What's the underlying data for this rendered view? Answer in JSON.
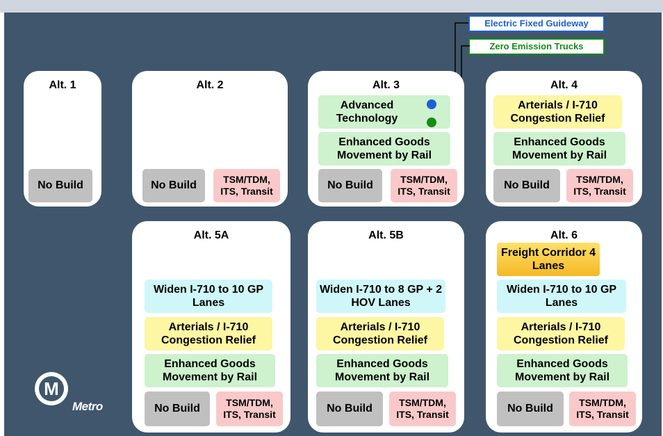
{
  "legend": {
    "electric": "Electric Fixed Guideway",
    "zero": "Zero Emission Trucks",
    "electric_color": "#1f5fd6",
    "zero_color": "#188a18"
  },
  "alts": {
    "a1": {
      "title": "Alt. 1",
      "no_build": "No Build"
    },
    "a2": {
      "title": "Alt. 2",
      "no_build": "No Build",
      "tsm": "TSM/TDM, ITS, Transit"
    },
    "a3": {
      "title": "Alt. 3",
      "advanced": "Advanced Technology",
      "goods": "Enhanced Goods Movement by Rail",
      "no_build": "No Build",
      "tsm": "TSM/TDM, ITS, Transit"
    },
    "a4": {
      "title": "Alt. 4",
      "arterials": "Arterials / I-710 Congestion Relief",
      "goods": "Enhanced Goods Movement by Rail",
      "no_build": "No Build",
      "tsm": "TSM/TDM, ITS, Transit"
    },
    "a5a": {
      "title": "Alt. 5A",
      "widen": "Widen I-710 to 10 GP Lanes",
      "arterials": "Arterials / I-710 Congestion Relief",
      "goods": "Enhanced Goods Movement by Rail",
      "no_build": "No Build",
      "tsm": "TSM/TDM, ITS, Transit"
    },
    "a5b": {
      "title": "Alt. 5B",
      "widen": "Widen I-710 to 8 GP + 2 HOV Lanes",
      "arterials": "Arterials / I-710 Congestion Relief",
      "goods": "Enhanced Goods Movement by Rail",
      "no_build": "No Build",
      "tsm": "TSM/TDM, ITS, Transit"
    },
    "a6": {
      "title": "Alt. 6",
      "freight": "Freight Corridor 4 Lanes",
      "widen": "Widen I-710 to 10 GP Lanes",
      "arterials": "Arterials / I-710 Congestion Relief",
      "goods": "Enhanced Goods Movement by Rail",
      "no_build": "No Build",
      "tsm": "TSM/TDM, ITS, Transit"
    }
  },
  "logo": {
    "letter": "M",
    "text": "Metro"
  }
}
